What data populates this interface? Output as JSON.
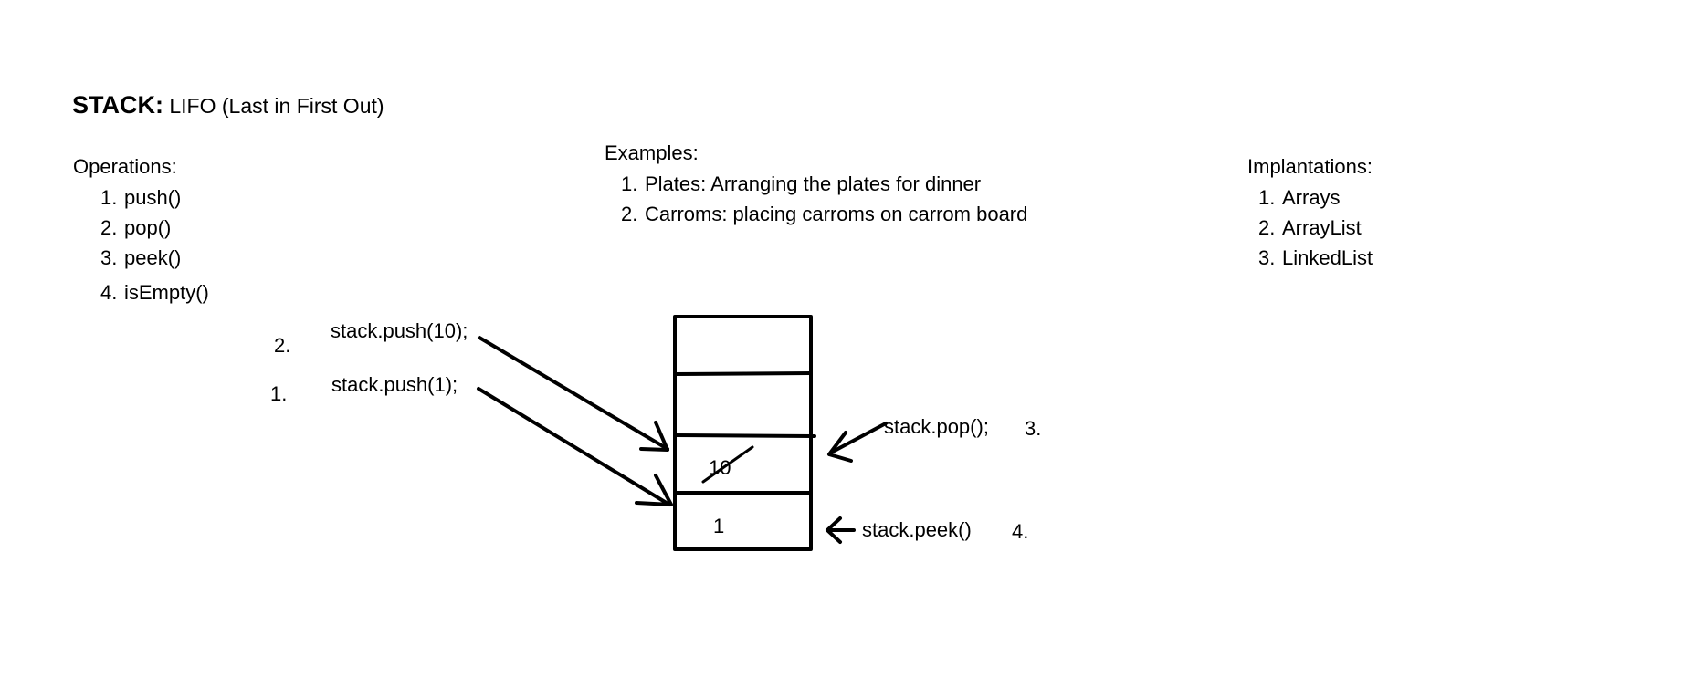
{
  "title": {
    "bold": "STACK:",
    "rest": "LIFO (Last in First Out)"
  },
  "operations": {
    "heading": "Operations:",
    "items": [
      {
        "num": "1.",
        "text": "push()"
      },
      {
        "num": "2.",
        "text": "pop()"
      },
      {
        "num": "3.",
        "text": "peek()"
      },
      {
        "num": "4.",
        "text": "isEmpty()"
      }
    ]
  },
  "examples": {
    "heading": "Examples:",
    "items": [
      {
        "num": "1.",
        "text": "Plates: Arranging the plates for dinner"
      },
      {
        "num": "2.",
        "text": "Carroms: placing carroms on carrom board"
      }
    ]
  },
  "implementations": {
    "heading": "Implantations:",
    "items": [
      {
        "num": "1.",
        "text": "Arrays"
      },
      {
        "num": "2.",
        "text": "ArrayList"
      },
      {
        "num": "3.",
        "text": "LinkedList"
      }
    ]
  },
  "diagram": {
    "push10": {
      "step": "2.",
      "code": "stack.push(10);"
    },
    "push1": {
      "step": "1.",
      "code": "stack.push(1);"
    },
    "pop": {
      "step": "3.",
      "code": "stack.pop();"
    },
    "peek": {
      "step": "4.",
      "code": "stack.peek()"
    },
    "cell_values": {
      "popped": "10",
      "bottom": "1"
    }
  }
}
